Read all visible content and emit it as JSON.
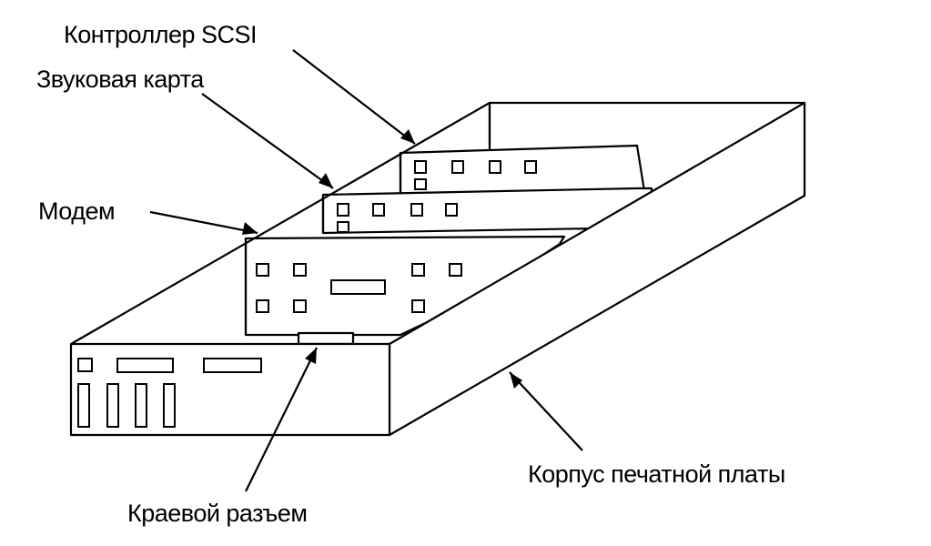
{
  "labels": {
    "scsi": "Контроллер SCSI",
    "sound": "Звуковая карта",
    "modem": "Модем",
    "edge_connector": "Краевой разъем",
    "board_housing": "Корпус печатной платы"
  },
  "colors": {
    "ink": "#000000",
    "paper": "#ffffff"
  }
}
